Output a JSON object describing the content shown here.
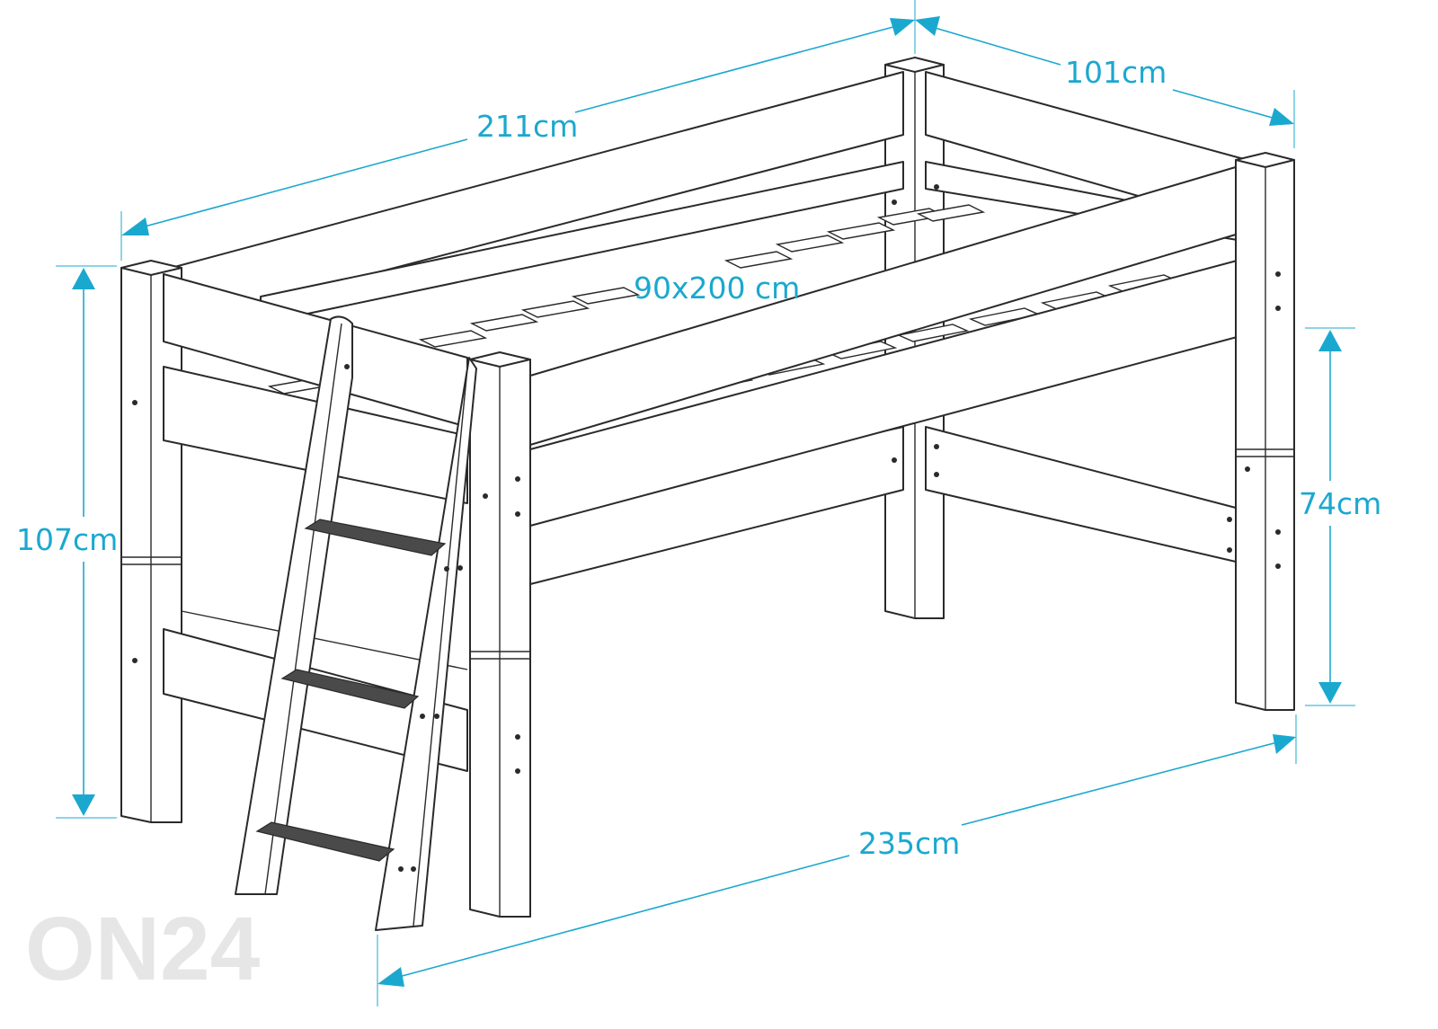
{
  "dimensions": {
    "length_top": "211cm",
    "width_top": "101cm",
    "mattress": "90x200 cm",
    "total_height": "107cm",
    "under_height": "74cm",
    "length_bottom": "235cm"
  },
  "watermark": "ON24",
  "colors": {
    "dimension": "#1ba8cf",
    "outline": "#2a2a2a"
  }
}
